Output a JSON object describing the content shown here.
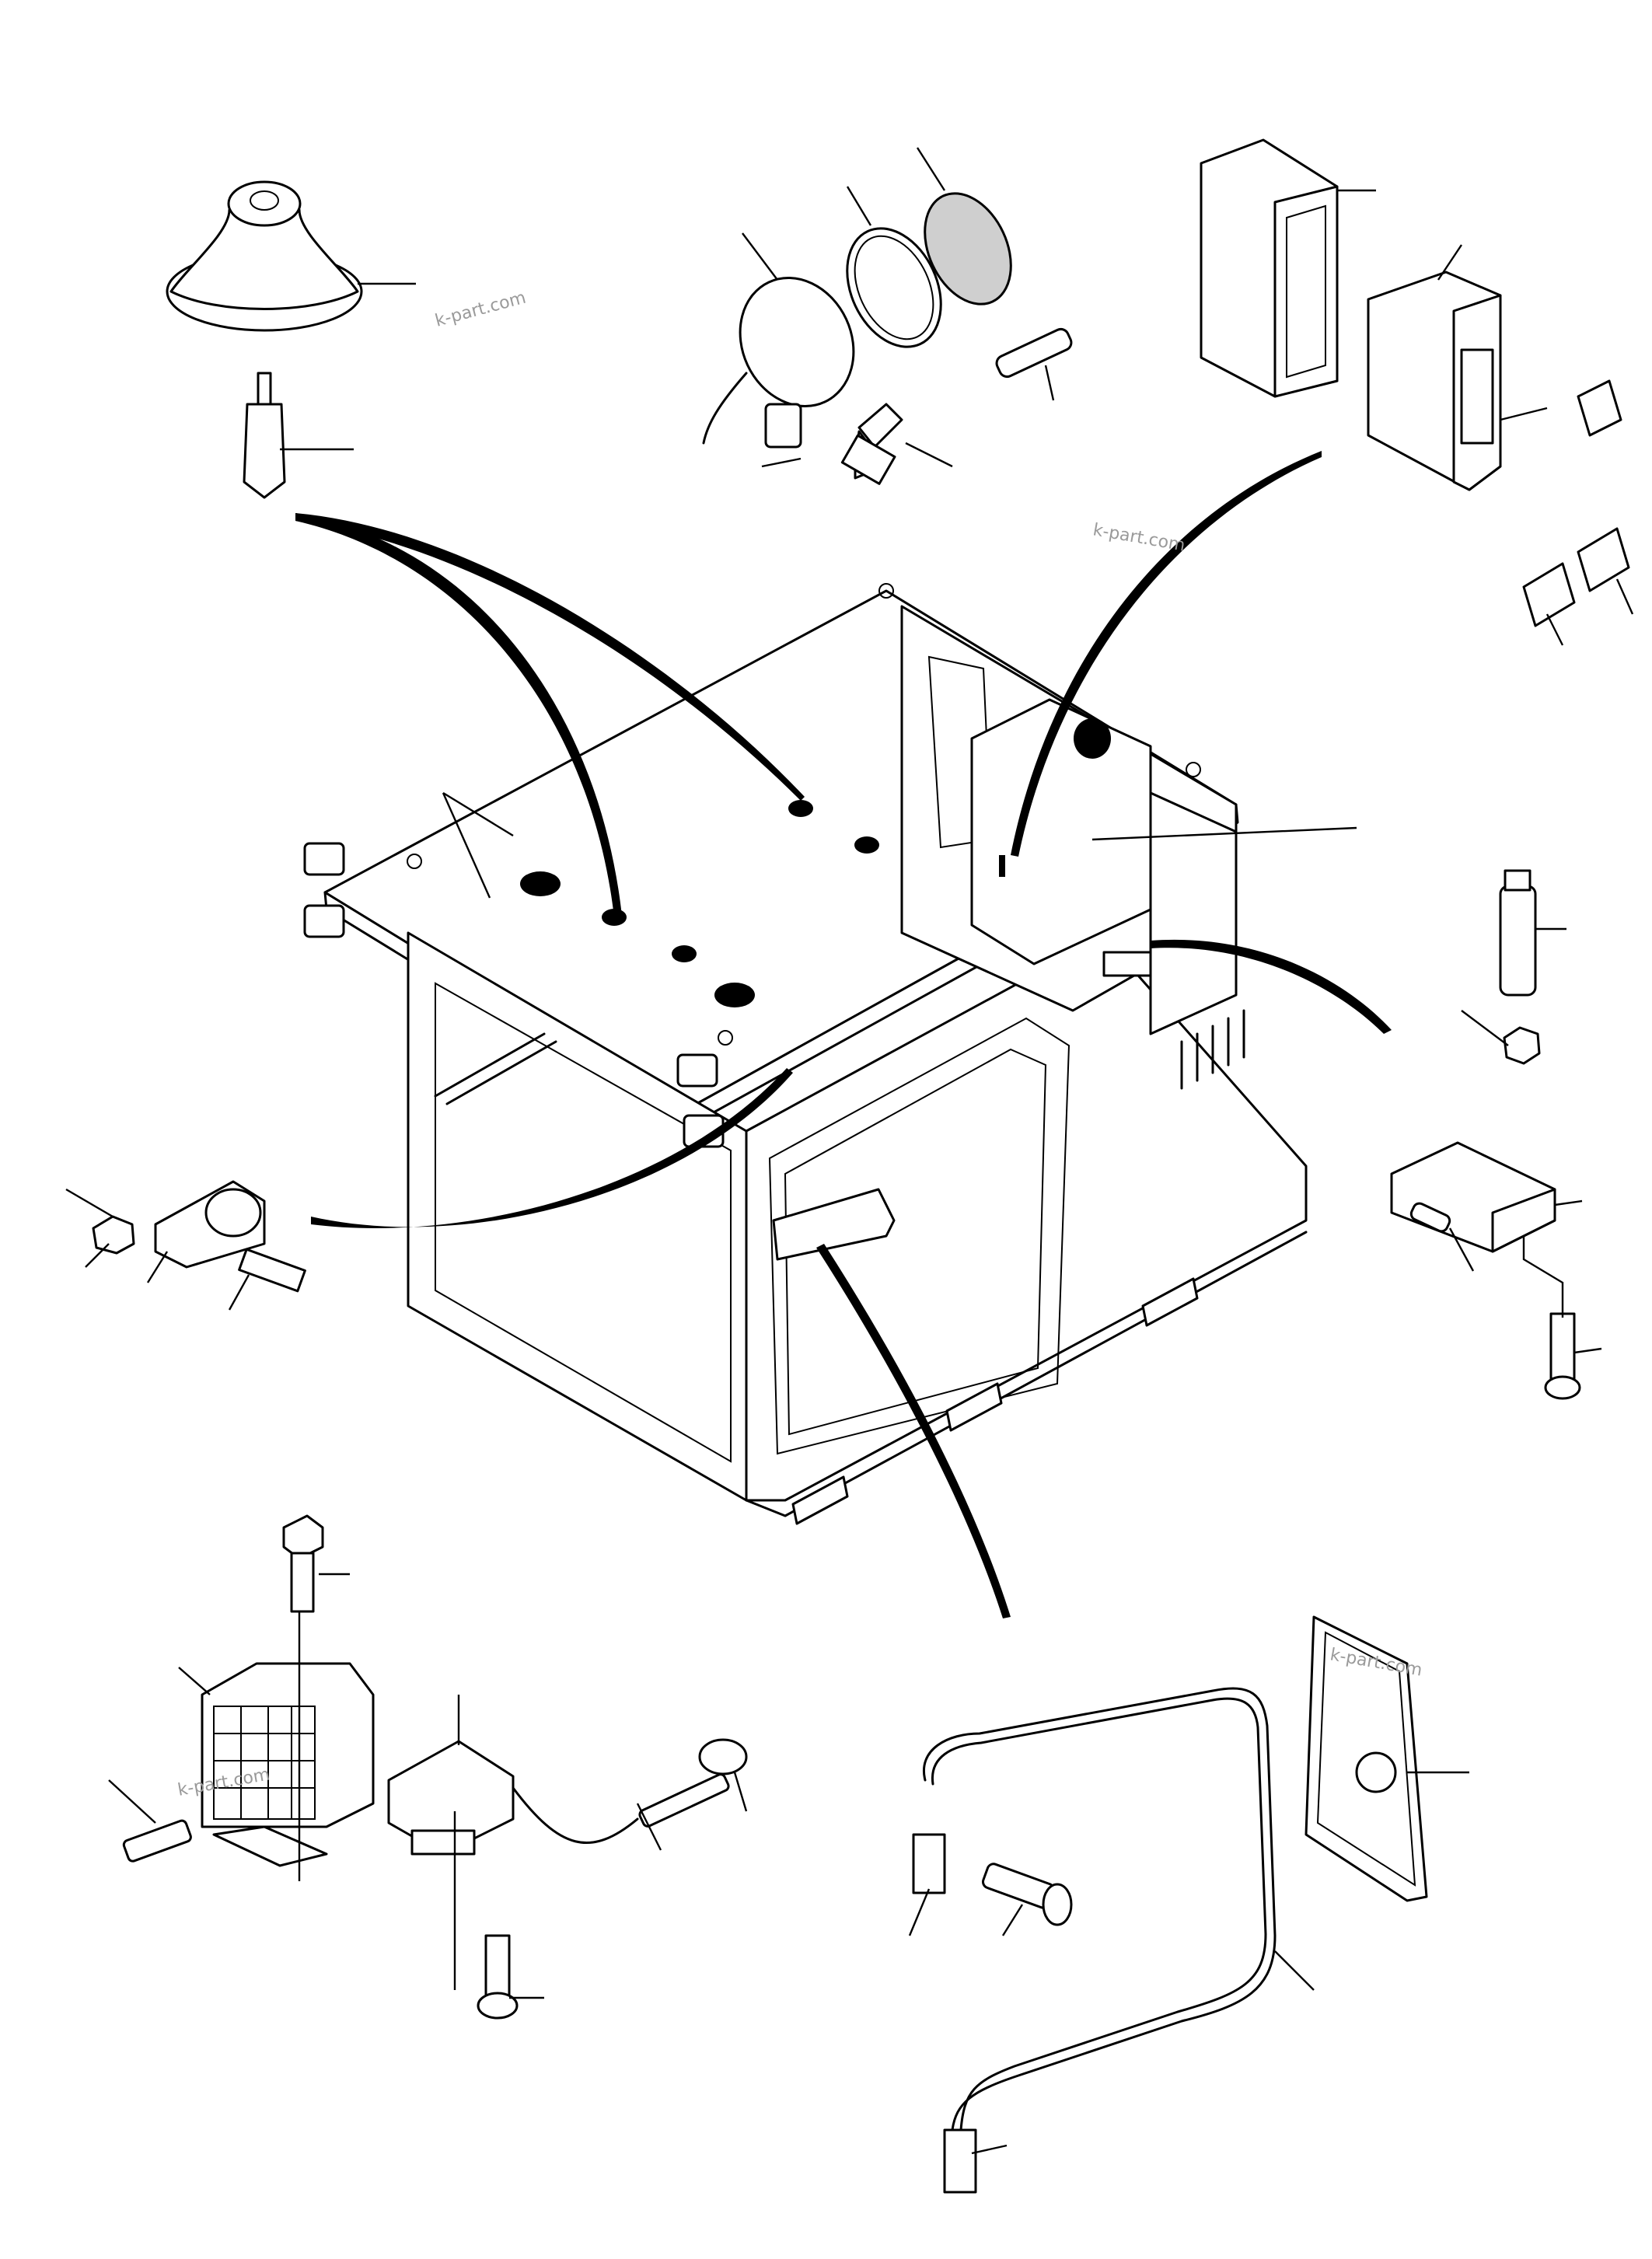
{
  "watermarks": [
    "k-part.com",
    "k-part.com",
    "k-part.com",
    "k-part.com"
  ],
  "icons": {
    "work_lamp": "work-lamp-icon",
    "rotating_beacon": "beacon-icon",
    "rocker_switch": "rocker-switch-icon",
    "rear_view_mirror": "mirror-icon",
    "flasher_relay": "relay-icon"
  }
}
